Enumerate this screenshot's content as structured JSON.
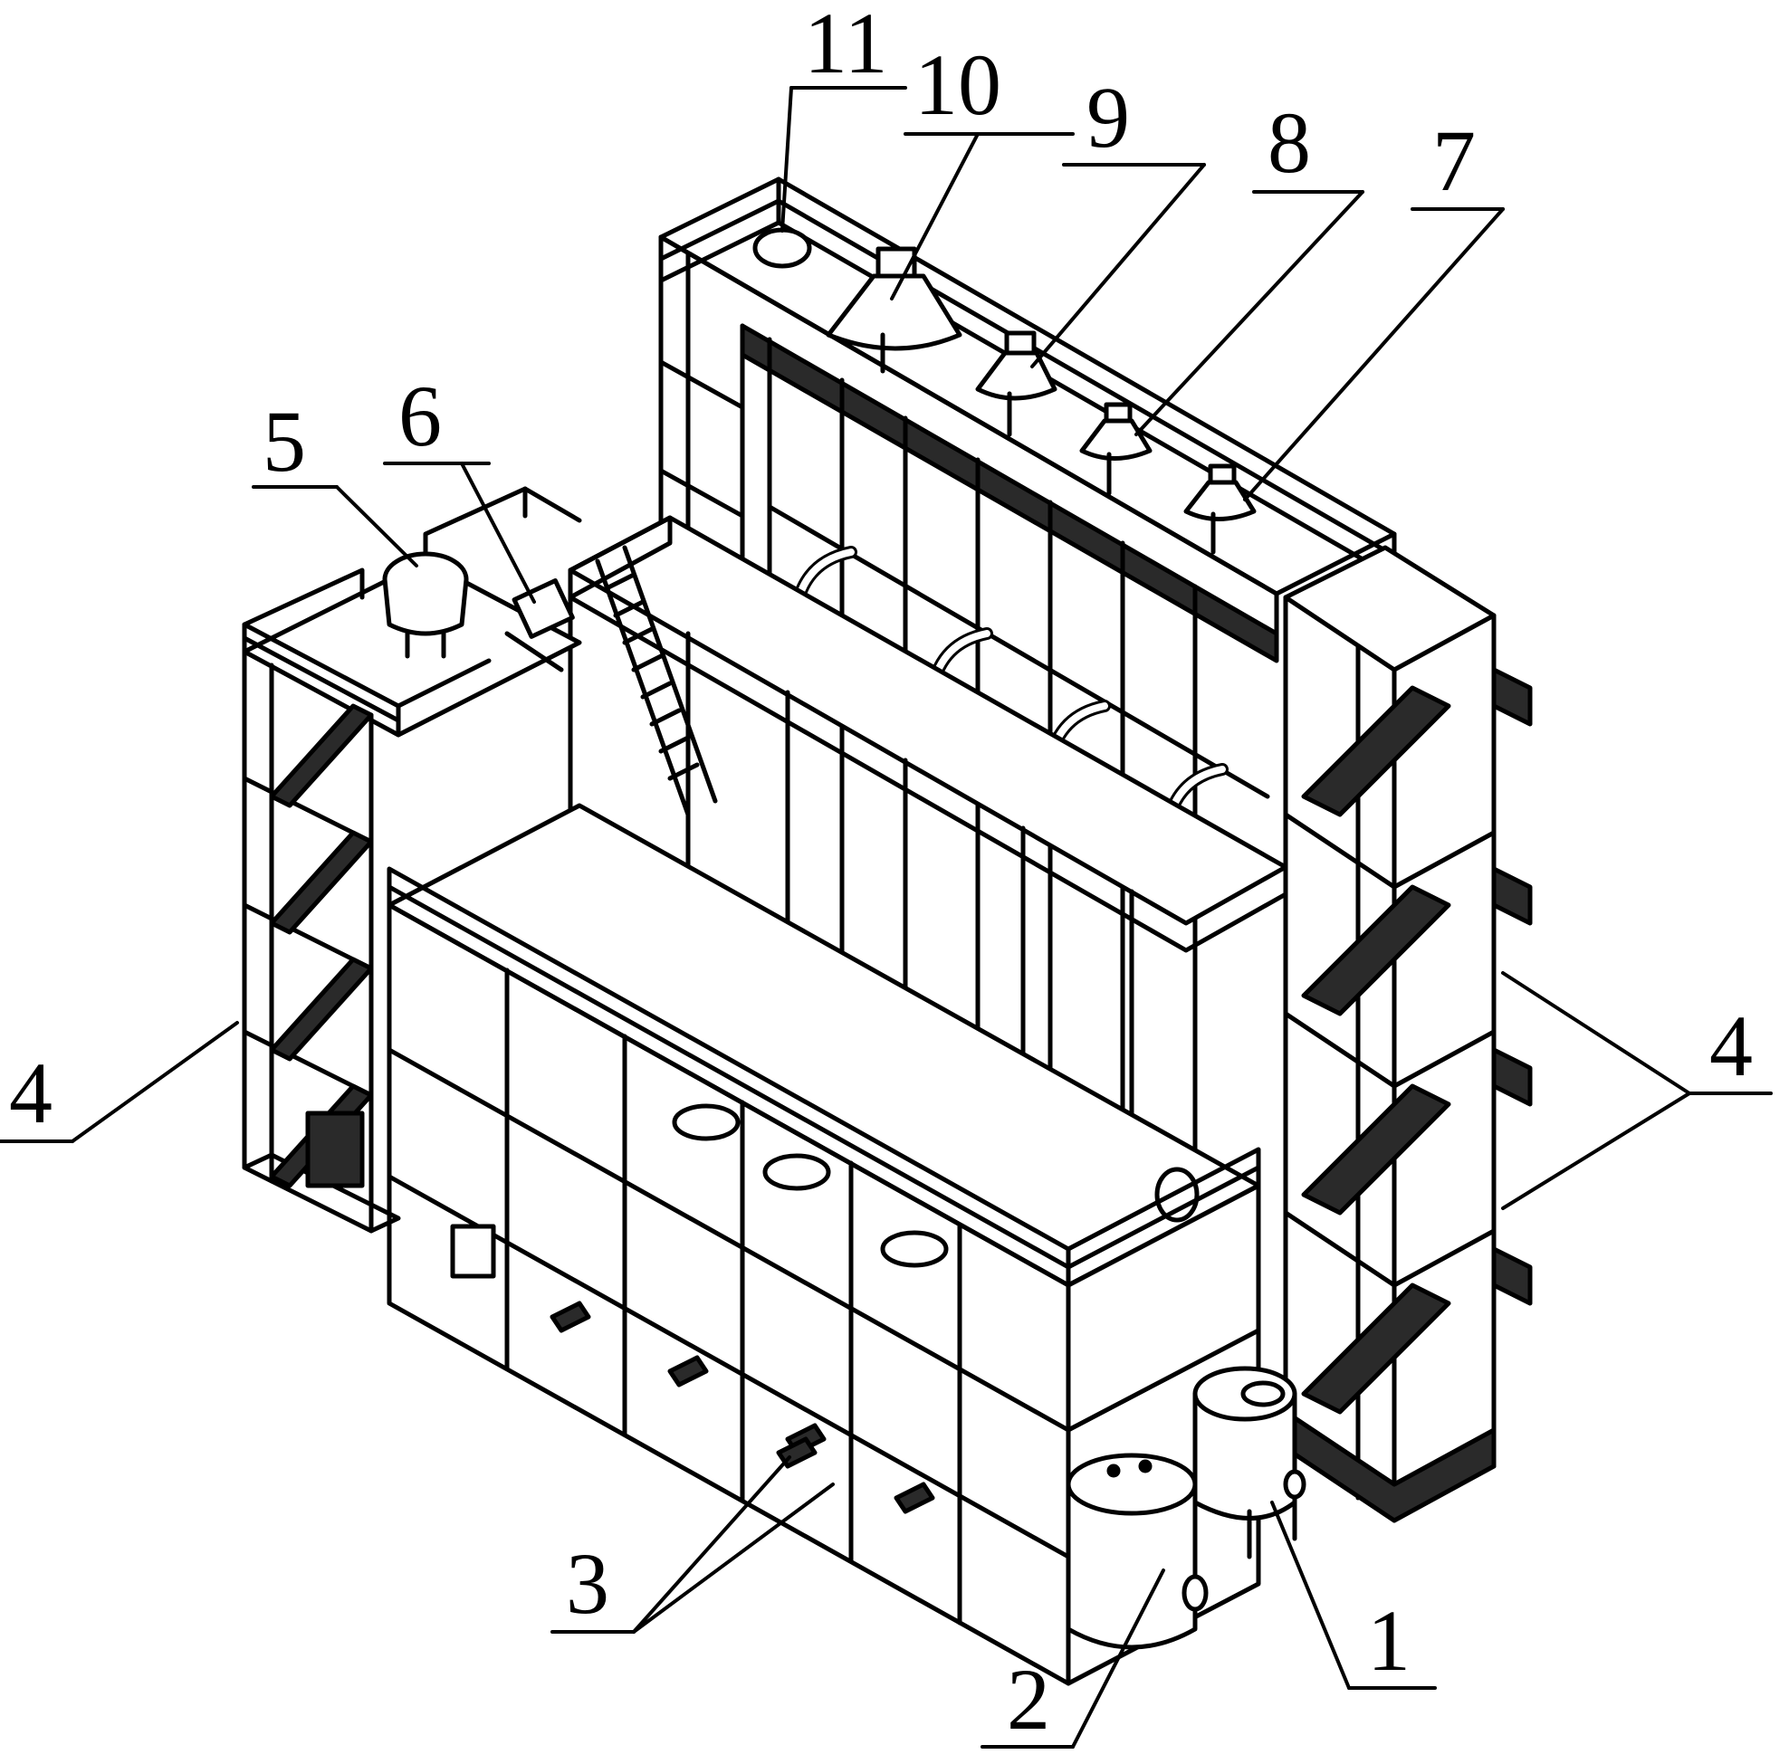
{
  "figure": {
    "labels": [
      {
        "id": "1",
        "text": "1"
      },
      {
        "id": "2",
        "text": "2"
      },
      {
        "id": "3",
        "text": "3"
      },
      {
        "id": "4a",
        "text": "4"
      },
      {
        "id": "4b",
        "text": "4"
      },
      {
        "id": "5",
        "text": "5"
      },
      {
        "id": "6",
        "text": "6"
      },
      {
        "id": "7",
        "text": "7"
      },
      {
        "id": "8",
        "text": "8"
      },
      {
        "id": "9",
        "text": "9"
      },
      {
        "id": "10",
        "text": "10"
      },
      {
        "id": "11",
        "text": "11"
      }
    ],
    "colors": {
      "ink": "#000000",
      "paper": "#ffffff",
      "dark_fill": "#2a2a2a"
    }
  }
}
